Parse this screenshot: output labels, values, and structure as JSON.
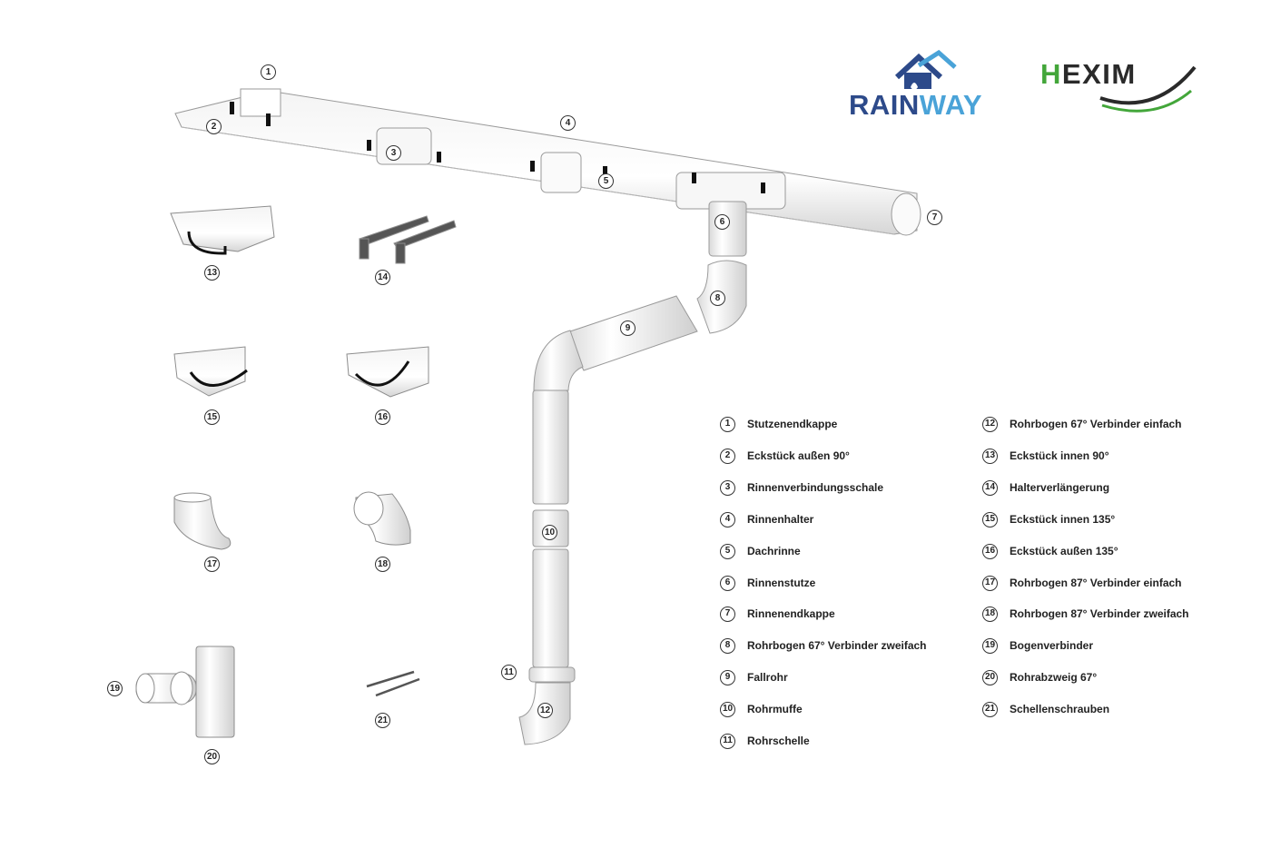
{
  "brand": {
    "rainway": {
      "part1": "RAIN",
      "part2": "WAY",
      "dark": "#2d4a8a",
      "light": "#4aa3d8"
    },
    "hexim": {
      "first": "H",
      "rest": "EXIM",
      "green": "#43a63a",
      "dark": "#2a2a2a"
    }
  },
  "callouts": [
    "1",
    "2",
    "3",
    "4",
    "5",
    "6",
    "7",
    "8",
    "9",
    "10",
    "11",
    "12",
    "13",
    "14",
    "15",
    "16",
    "17",
    "18",
    "19",
    "20",
    "21"
  ],
  "legend": [
    {
      "num": "1",
      "label": "Stutzenendkappe"
    },
    {
      "num": "2",
      "label": "Eckstück außen 90°"
    },
    {
      "num": "3",
      "label": "Rinnenverbindungsschale"
    },
    {
      "num": "4",
      "label": "Rinnenhalter"
    },
    {
      "num": "5",
      "label": "Dachrinne"
    },
    {
      "num": "6",
      "label": "Rinnenstutze"
    },
    {
      "num": "7",
      "label": "Rinnenendkappe"
    },
    {
      "num": "8",
      "label": "Rohrbogen 67° Verbinder zweifach"
    },
    {
      "num": "9",
      "label": "Fallrohr"
    },
    {
      "num": "10",
      "label": "Rohrmuffe"
    },
    {
      "num": "11",
      "label": "Rohrschelle"
    },
    {
      "num": "12",
      "label": "Rohrbogen 67° Verbinder einfach"
    },
    {
      "num": "13",
      "label": "Eckstück innen 90°"
    },
    {
      "num": "14",
      "label": "Halterverlängerung"
    },
    {
      "num": "15",
      "label": "Eckstück innen 135°"
    },
    {
      "num": "16",
      "label": "Eckstück außen 135°"
    },
    {
      "num": "17",
      "label": "Rohrbogen 87° Verbinder einfach"
    },
    {
      "num": "18",
      "label": "Rohrbogen 87° Verbinder zweifach"
    },
    {
      "num": "19",
      "label": "Bogenverbinder"
    },
    {
      "num": "20",
      "label": "Rohrabzweig 67°"
    },
    {
      "num": "21",
      "label": "Schellenschrauben"
    }
  ]
}
